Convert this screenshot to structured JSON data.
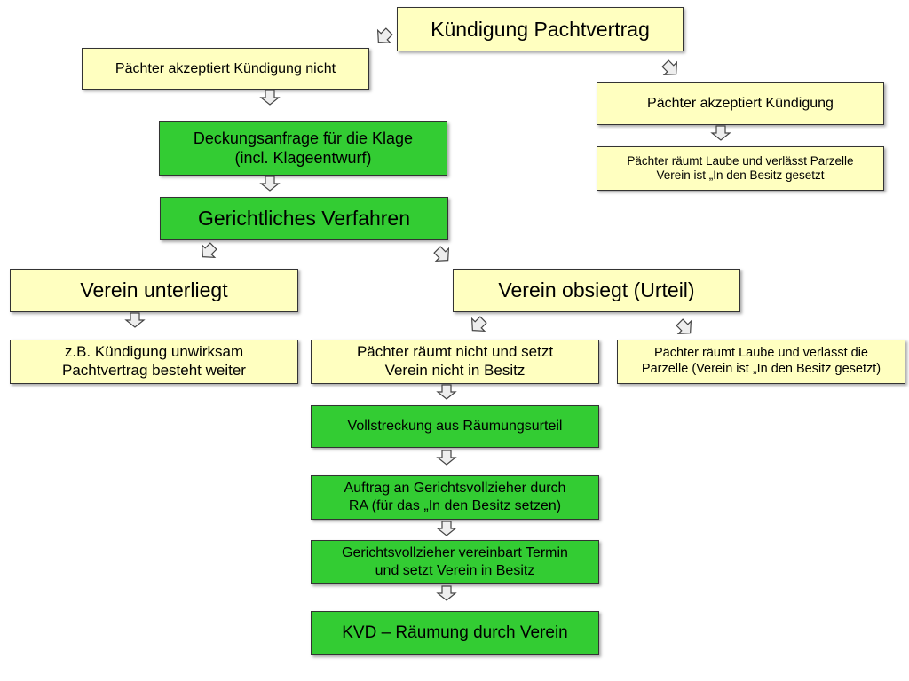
{
  "colors": {
    "box_yellow": "#ffffc0",
    "box_green": "#33cc33",
    "border": "#333333",
    "arrow_fill": "#eeeeee"
  },
  "nodes": {
    "kuendigung": "Kündigung Pachtvertrag",
    "nicht_akzeptiert": "Pächter akzeptiert Kündigung nicht",
    "akzeptiert": "Pächter akzeptiert Kündigung",
    "deckungsanfrage_1": "Deckungsanfrage für die Klage",
    "deckungsanfrage_2": "(incl. Klageentwurf)",
    "raeumt_1": "Pächter räumt Laube und verlässt Parzelle",
    "raeumt_2": "Verein ist „In den Besitz gesetzt",
    "gericht": "Gerichtliches Verfahren",
    "unterliegt": "Verein unterliegt",
    "obsiegt": "Verein obsiegt (Urteil)",
    "unwirksam_1": "z.B. Kündigung unwirksam",
    "unwirksam_2": "Pachtvertrag besteht weiter",
    "nicht_raeumt_1": "Pächter räumt nicht und setzt",
    "nicht_raeumt_2": "Verein nicht in Besitz",
    "raeumt_laube_1": "Pächter räumt Laube und verlässt die",
    "raeumt_laube_2": "Parzelle (Verein ist „In den Besitz gesetzt)",
    "vollstreckung": "Vollstreckung aus Räumungsurteil",
    "auftrag_1": "Auftrag an Gerichtsvollzieher durch",
    "auftrag_2": "RA (für das „In den Besitz setzen)",
    "termin_1": "Gerichtsvollzieher vereinbart Termin",
    "termin_2": "und setzt Verein in Besitz",
    "kvd": "KVD – Räumung durch Verein"
  }
}
